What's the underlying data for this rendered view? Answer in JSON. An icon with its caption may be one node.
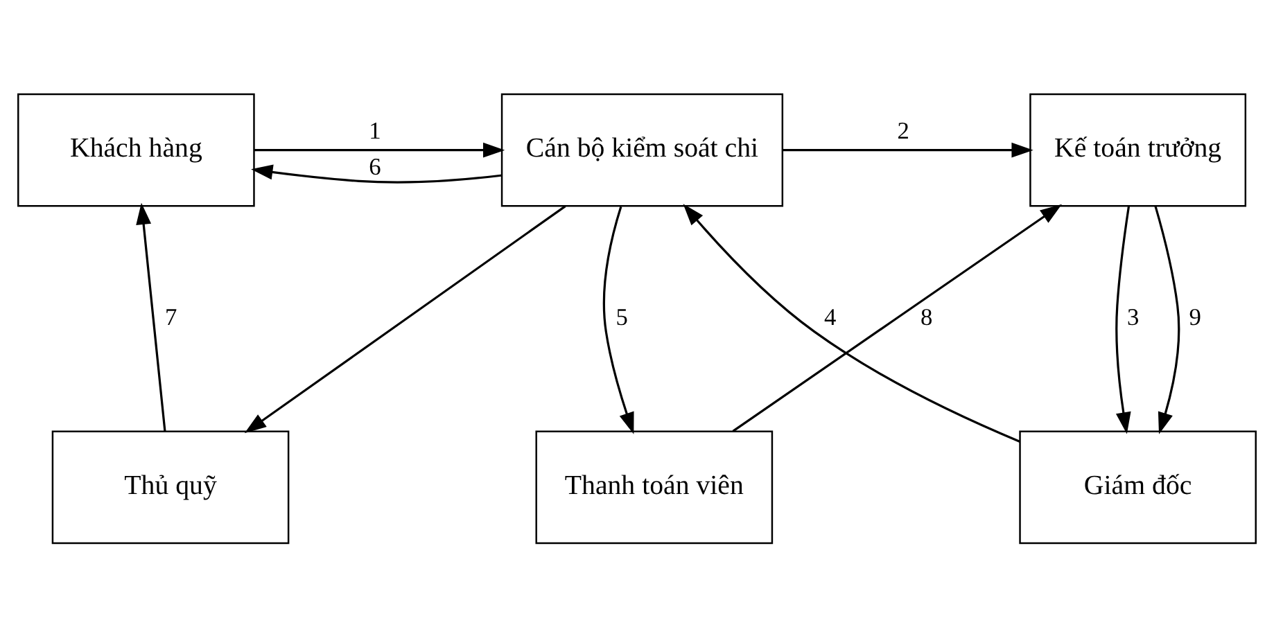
{
  "diagram": {
    "nodes": [
      {
        "text": [
          "Khách hàng"
        ]
      },
      {
        "text": [
          "Cán bộ kiểm soát chi"
        ]
      },
      {
        "text": [
          "Kế toán trưởng"
        ]
      },
      {
        "text": [
          "Thủ quỹ"
        ]
      },
      {
        "text": [
          "Thanh toán viên"
        ]
      },
      {
        "text": [
          "Giám đốc"
        ]
      }
    ],
    "edges": [
      {
        "from": 0,
        "to": 1,
        "arrow": "to",
        "label": "1"
      },
      {
        "from": 1,
        "to": 2,
        "arrow": "to",
        "label": "2"
      },
      {
        "from": 2,
        "to": 5,
        "arrow": "to",
        "label": "3"
      },
      {
        "from": 5,
        "to": 1,
        "arrow": "to",
        "label": "4"
      },
      {
        "from": 1,
        "to": 4,
        "arrow": "to",
        "label": "5"
      },
      {
        "from": 1,
        "to": 0,
        "arrow": "to",
        "label": "6"
      },
      {
        "from": 3,
        "to": 0,
        "arrow": "to",
        "label": "7"
      },
      {
        "from": 4,
        "to": 2,
        "arrow": "to",
        "label": "8"
      },
      {
        "from": 2,
        "to": 5,
        "arrow": "to",
        "label": "9"
      },
      {
        "from": 1,
        "to": 3,
        "arrow": "to"
      }
    ]
  }
}
